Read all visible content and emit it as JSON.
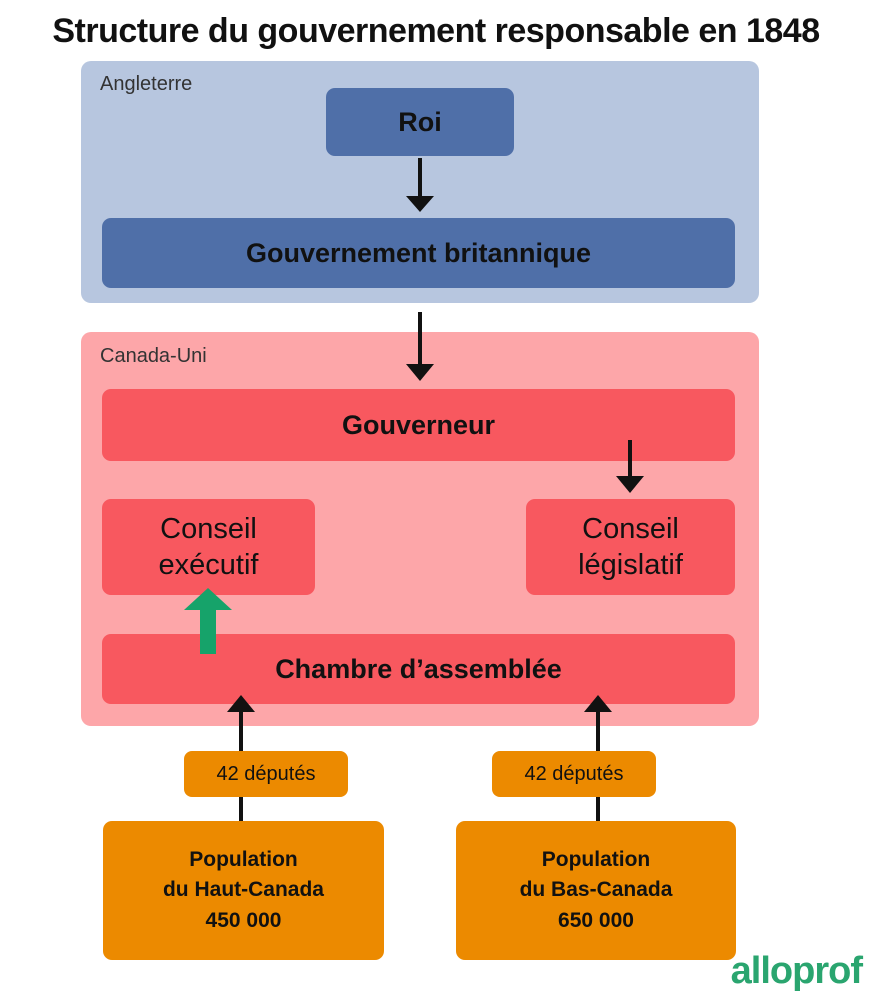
{
  "title": "Structure du gouvernement responsable en 1848",
  "regions": {
    "england": {
      "label": "Angleterre",
      "color": "#b7c6df"
    },
    "canada": {
      "label": "Canada-Uni",
      "color": "#fda6a9"
    }
  },
  "nodes": {
    "roi": "Roi",
    "gouvernement_britannique": "Gouvernement britannique",
    "gouverneur": "Gouverneur",
    "conseil_executif": "Conseil\nexécutif",
    "conseil_legislatif": "Conseil\nlégislatif",
    "chambre": "Chambre d’assemblée",
    "deputes_haut": "42 députés",
    "deputes_bas": "42 députés",
    "pop_haut": "Population\ndu Haut-Canada\n450 000",
    "pop_bas": "Population\ndu Bas-Canada\n650 000"
  },
  "colors": {
    "england_box": "#4f6fa8",
    "canada_box": "#f8585f",
    "population_box": "#ec8a00",
    "responsibility_arrow": "#16a36a",
    "arrow": "#111111"
  },
  "logo": "alloprof"
}
